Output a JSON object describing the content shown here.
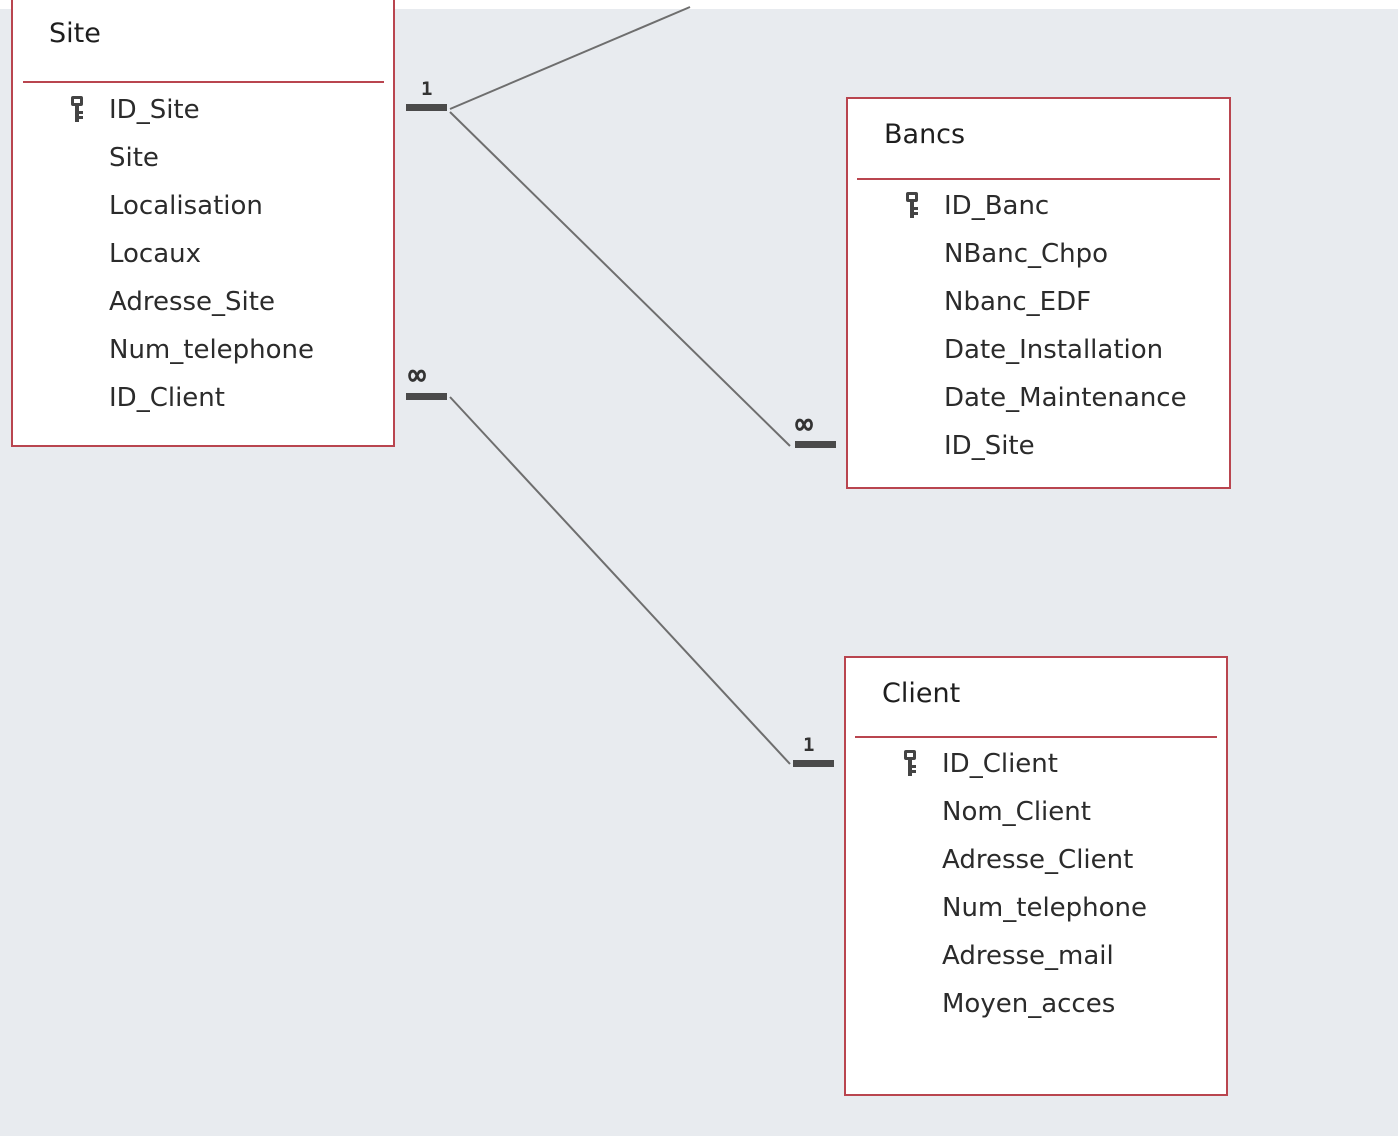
{
  "tables": {
    "site": {
      "title": "Site",
      "fields": [
        "ID_Site",
        "Site",
        "Localisation",
        "Locaux",
        "Adresse_Site",
        "Num_telephone",
        "ID_Client"
      ],
      "primary_key": "ID_Site"
    },
    "bancs": {
      "title": "Bancs",
      "fields": [
        "ID_Banc",
        "NBanc_Chpo",
        "Nbanc_EDF",
        "Date_Installation",
        "Date_Maintenance",
        "ID_Site"
      ],
      "primary_key": "ID_Banc"
    },
    "client": {
      "title": "Client",
      "fields": [
        "ID_Client",
        "Nom_Client",
        "Adresse_Client",
        "Num_telephone",
        "Adresse_mail",
        "Moyen_acces"
      ],
      "primary_key": "ID_Client"
    }
  },
  "relationships": [
    {
      "from": "Site.ID_Site",
      "from_cardinality": "1",
      "to": "Bancs.ID_Site",
      "to_cardinality": "∞"
    },
    {
      "from": "Site.ID_Client",
      "from_cardinality": "∞",
      "to": "Client.ID_Client",
      "to_cardinality": "1"
    },
    {
      "from": "Site.ID_Site",
      "from_cardinality": "1",
      "to": "(off-screen)",
      "to_cardinality": ""
    }
  ],
  "icons": {
    "primary_key": "key-icon"
  },
  "colors": {
    "background": "#e8ebef",
    "table_border": "#b9454f",
    "link_line": "#6e6e6e"
  }
}
